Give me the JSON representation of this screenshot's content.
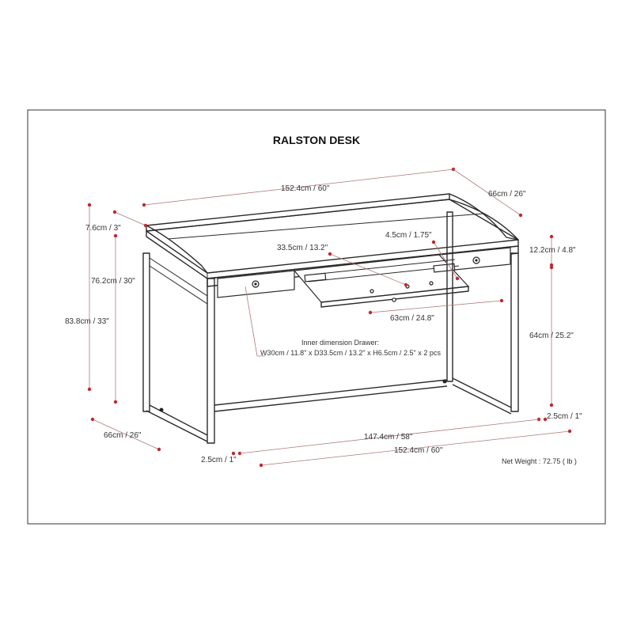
{
  "title": "RALSTON DESK",
  "dimensions": {
    "top_width": "152.4cm / 60''",
    "top_depth": "66cm / 26\"",
    "hutch_height": "7.6cm / 3\"",
    "desk_height": "76.2cm / 30\"",
    "total_height": "83.8cm / 33\"",
    "drawer_depth": "33.5cm / 13.2\"",
    "drawer_front": "4.5cm / 1.75\"",
    "apron_height": "12.2cm / 4.8\"",
    "keyboard_tray": "63cm / 24.8\"",
    "leg_clearance": "64cm / 25.2\"",
    "leg_width_right": "2.5cm / 1\"",
    "base_depth": "66cm / 26\"",
    "inner_width": "147.4cm / 58\"",
    "leg_width_left": "2.5cm / 1\"",
    "base_width": "152.4cm / 60''"
  },
  "inner_drawer": {
    "heading": "Inner dimension Drawer:",
    "detail": "W30cm / 11.8\" x D33.5cm / 13.2\" x H6.5cm / 2.5\" x 2 pcs"
  },
  "net_weight": "Net Weight : 72.75 ( lb )"
}
